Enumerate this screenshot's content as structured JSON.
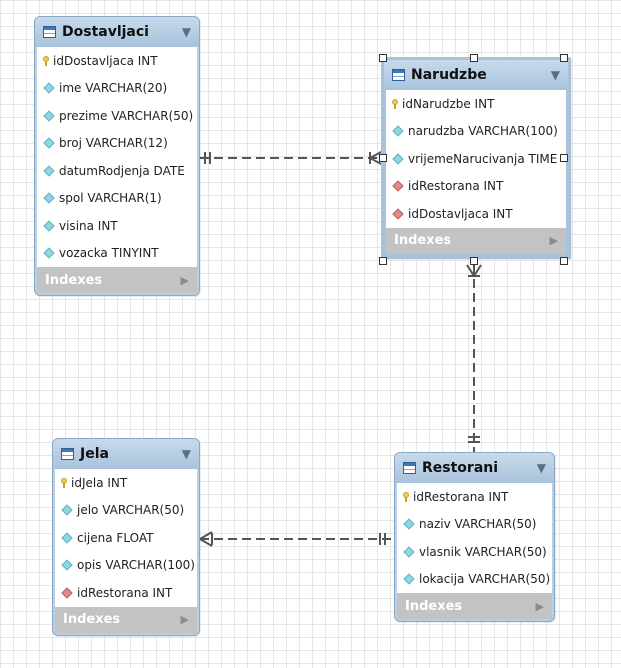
{
  "tables": [
    {
      "title": "Dostavljaci",
      "fields": [
        {
          "name": "idDostavljaca INT",
          "kind": "key"
        },
        {
          "name": "ime VARCHAR(20)",
          "kind": "column"
        },
        {
          "name": "prezime VARCHAR(50)",
          "kind": "column"
        },
        {
          "name": "broj VARCHAR(12)",
          "kind": "column"
        },
        {
          "name": "datumRodjenja DATE",
          "kind": "column"
        },
        {
          "name": "spol VARCHAR(1)",
          "kind": "column"
        },
        {
          "name": "visina INT",
          "kind": "column"
        },
        {
          "name": "vozacka TINYINT",
          "kind": "column"
        }
      ],
      "indexes_label": "Indexes"
    },
    {
      "title": "Narudzbe",
      "fields": [
        {
          "name": "idNarudzbe INT",
          "kind": "key"
        },
        {
          "name": "narudzba VARCHAR(100)",
          "kind": "column"
        },
        {
          "name": "vrijemeNarucivanja TIME",
          "kind": "column"
        },
        {
          "name": "idRestorana INT",
          "kind": "foreign"
        },
        {
          "name": "idDostavljaca INT",
          "kind": "foreign"
        }
      ],
      "indexes_label": "Indexes"
    },
    {
      "title": "Jela",
      "fields": [
        {
          "name": "idJela INT",
          "kind": "key"
        },
        {
          "name": "jelo VARCHAR(50)",
          "kind": "column"
        },
        {
          "name": "cijena FLOAT",
          "kind": "column"
        },
        {
          "name": "opis VARCHAR(100)",
          "kind": "column"
        },
        {
          "name": "idRestorana INT",
          "kind": "foreign"
        }
      ],
      "indexes_label": "Indexes"
    },
    {
      "title": "Restorani",
      "fields": [
        {
          "name": "idRestorana INT",
          "kind": "key"
        },
        {
          "name": "naziv VARCHAR(50)",
          "kind": "column"
        },
        {
          "name": "vlasnik VARCHAR(50)",
          "kind": "column"
        },
        {
          "name": "lokacija VARCHAR(50)",
          "kind": "column"
        }
      ],
      "indexes_label": "Indexes"
    }
  ],
  "colors": {
    "header": "#b8cfe4",
    "indexes": "#c3c3c3",
    "line": "#555555"
  }
}
